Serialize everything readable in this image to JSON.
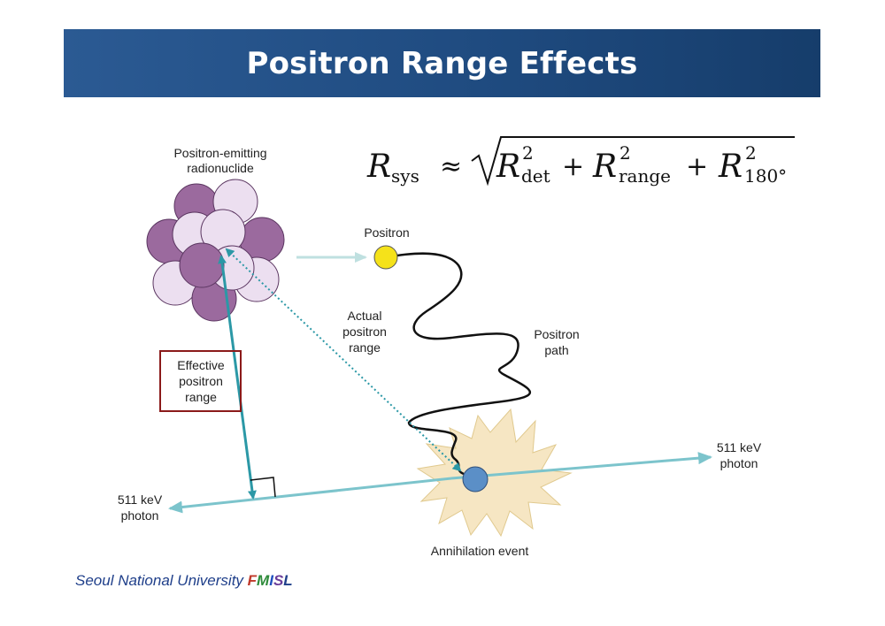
{
  "title": "Positron Range Effects",
  "equation": {
    "lhs_symbol": "R",
    "lhs_sub": "sys",
    "approx": "≈",
    "terms": [
      {
        "symbol": "R",
        "sup": "2",
        "sub": "det"
      },
      {
        "symbol": "R",
        "sup": "2",
        "sub": "range"
      },
      {
        "symbol": "R",
        "sup": "2",
        "sub": "180°"
      }
    ],
    "plus": "+"
  },
  "labels": {
    "nuclide_line1": "Positron-emitting",
    "nuclide_line2": "radionuclide",
    "positron": "Positron",
    "actual_line1": "Actual",
    "actual_line2": "positron",
    "actual_line3": "range",
    "path_line1": "Positron",
    "path_line2": "path",
    "effective_line1": "Effective",
    "effective_line2": "positron",
    "effective_line3": "range",
    "photon_right_line1": "511 keV",
    "photon_right_line2": "photon",
    "photon_left_line1": "511 keV",
    "photon_left_line2": "photon",
    "annihilation": "Annihilation event"
  },
  "footer": {
    "text": "Seoul National University ",
    "f": "F",
    "m": "M",
    "i": "I",
    "s": "S",
    "l": "L"
  },
  "colors": {
    "title_bg": "#1f4b80",
    "nucleon_dark": "#9b6a9e",
    "nucleon_light": "#ecdff0",
    "teal": "#2b98a6",
    "photon_line": "#7cc4cc",
    "positron": "#f5e21a",
    "annihilation_ball": "#5b8fc7",
    "starburst": "#f6e6c3",
    "box_border": "#8b1a1a"
  }
}
